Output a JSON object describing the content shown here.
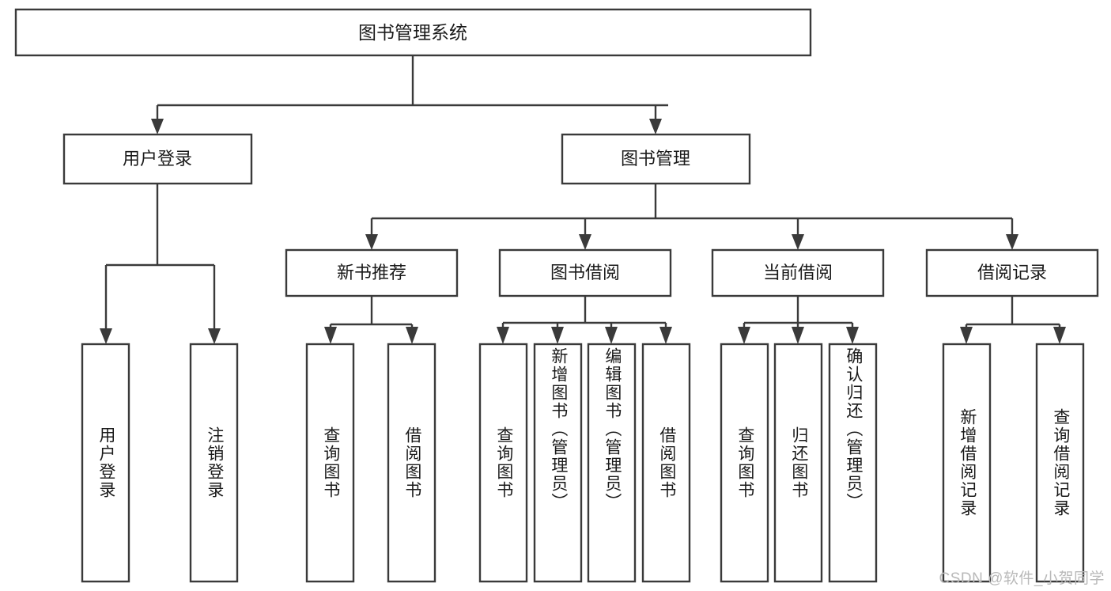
{
  "diagram": {
    "type": "tree-hierarchy",
    "title": "图书管理系统",
    "watermark": "CSDN @软件_小贺同学",
    "colors": {
      "background": "#ffffff",
      "box_fill": "#ffffff",
      "box_stroke": "#3a3a3a",
      "text": "#1a1a1a",
      "watermark": "#b9b9b9"
    },
    "levels": {
      "root": "图书管理系统",
      "level2": [
        "用户登录",
        "图书管理"
      ],
      "level3": [
        "新书推荐",
        "图书借阅",
        "当前借阅",
        "借阅记录"
      ],
      "level4_groups": 5
    },
    "nodes": {
      "root": {
        "label": "图书管理系统",
        "orientation": "horizontal"
      },
      "user_login": {
        "label": "用户登录",
        "orientation": "horizontal"
      },
      "book_manage": {
        "label": "图书管理",
        "orientation": "horizontal"
      },
      "new_book_rec": {
        "label": "新书推荐",
        "orientation": "horizontal"
      },
      "book_borrow": {
        "label": "图书借阅",
        "orientation": "horizontal"
      },
      "current_borrow": {
        "label": "当前借阅",
        "orientation": "horizontal"
      },
      "borrow_record": {
        "label": "借阅记录",
        "orientation": "horizontal"
      },
      "leaf_user_login": {
        "label": "用户登录",
        "orientation": "vertical"
      },
      "leaf_logout": {
        "label": "注销登录",
        "orientation": "vertical"
      },
      "leaf_query_book_1": {
        "label": "查询图书",
        "orientation": "vertical"
      },
      "leaf_borrow_book_1": {
        "label": "借阅图书",
        "orientation": "vertical"
      },
      "leaf_query_book_2": {
        "label": "查询图书",
        "orientation": "vertical"
      },
      "leaf_add_book": {
        "label": "新增图书（管理员）",
        "orientation": "vertical"
      },
      "leaf_edit_book": {
        "label": "编辑图书（管理员）",
        "orientation": "vertical"
      },
      "leaf_borrow_book_2": {
        "label": "借阅图书",
        "orientation": "vertical"
      },
      "leaf_query_book_3": {
        "label": "查询图书",
        "orientation": "vertical"
      },
      "leaf_return_book": {
        "label": "归还图书",
        "orientation": "vertical"
      },
      "leaf_confirm_return": {
        "label": "确认归还（管理员）",
        "orientation": "vertical"
      },
      "leaf_add_record": {
        "label": "新增借阅记录",
        "orientation": "vertical"
      },
      "leaf_query_record": {
        "label": "查询借阅记录",
        "orientation": "vertical"
      }
    }
  }
}
